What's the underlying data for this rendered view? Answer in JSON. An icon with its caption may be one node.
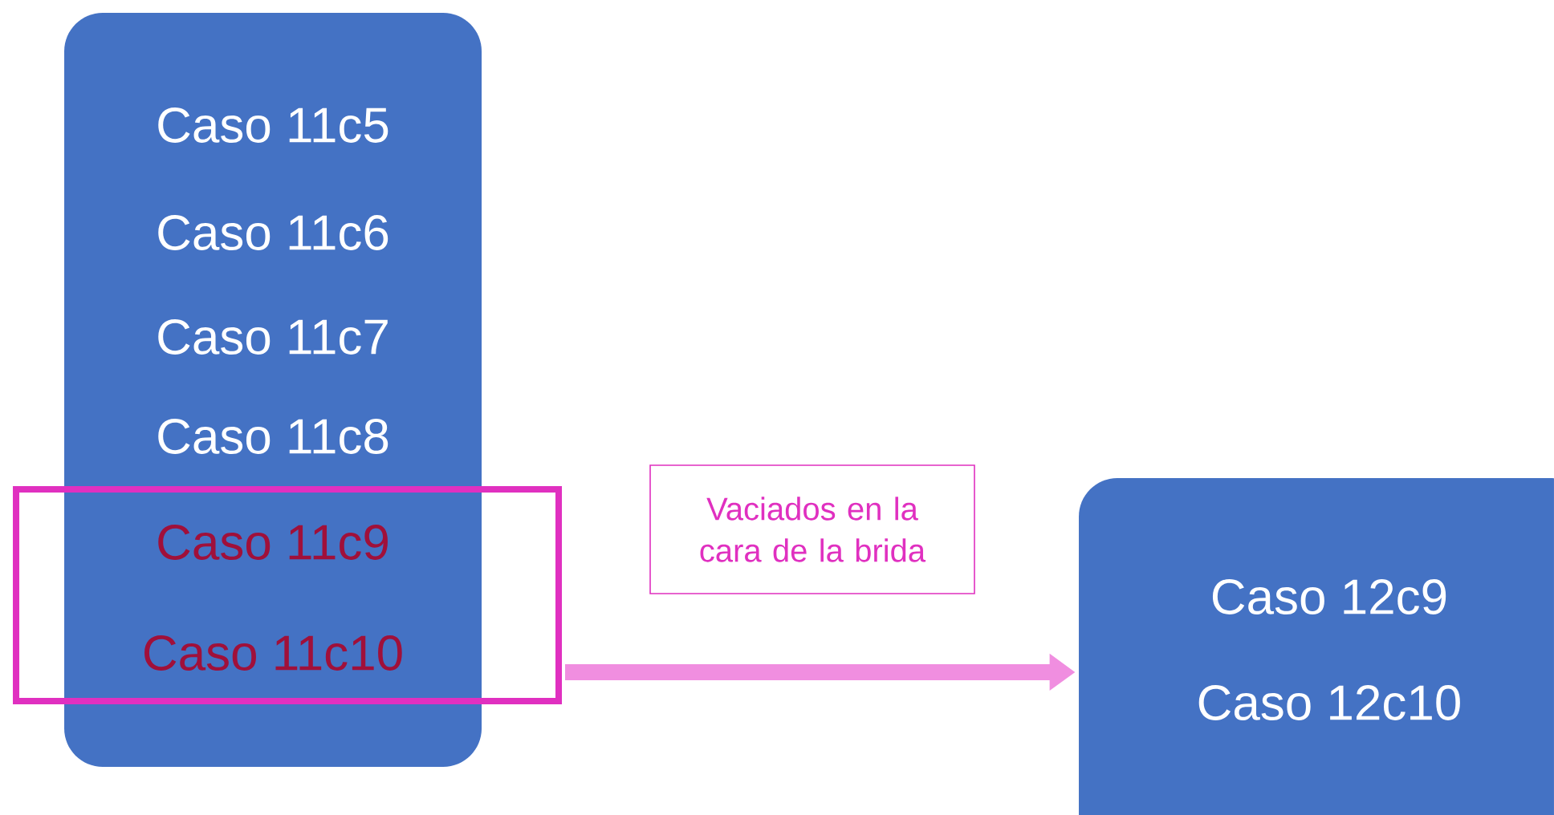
{
  "diagram": {
    "nodes": [
      {
        "text": [
          "Caso 11c5",
          "Caso 11c6",
          "Caso 11c7",
          "Caso 11c8"
        ]
      },
      {
        "text": [
          "Caso 11c9",
          "Caso 11c10"
        ]
      },
      {
        "text": [
          "Vaciados en la cara de la brida"
        ]
      },
      {
        "text": [
          "Caso 12c9",
          "Caso 12c10"
        ]
      }
    ],
    "edges": [
      {
        "from": 1,
        "to": 3,
        "arrow": "to"
      }
    ]
  }
}
